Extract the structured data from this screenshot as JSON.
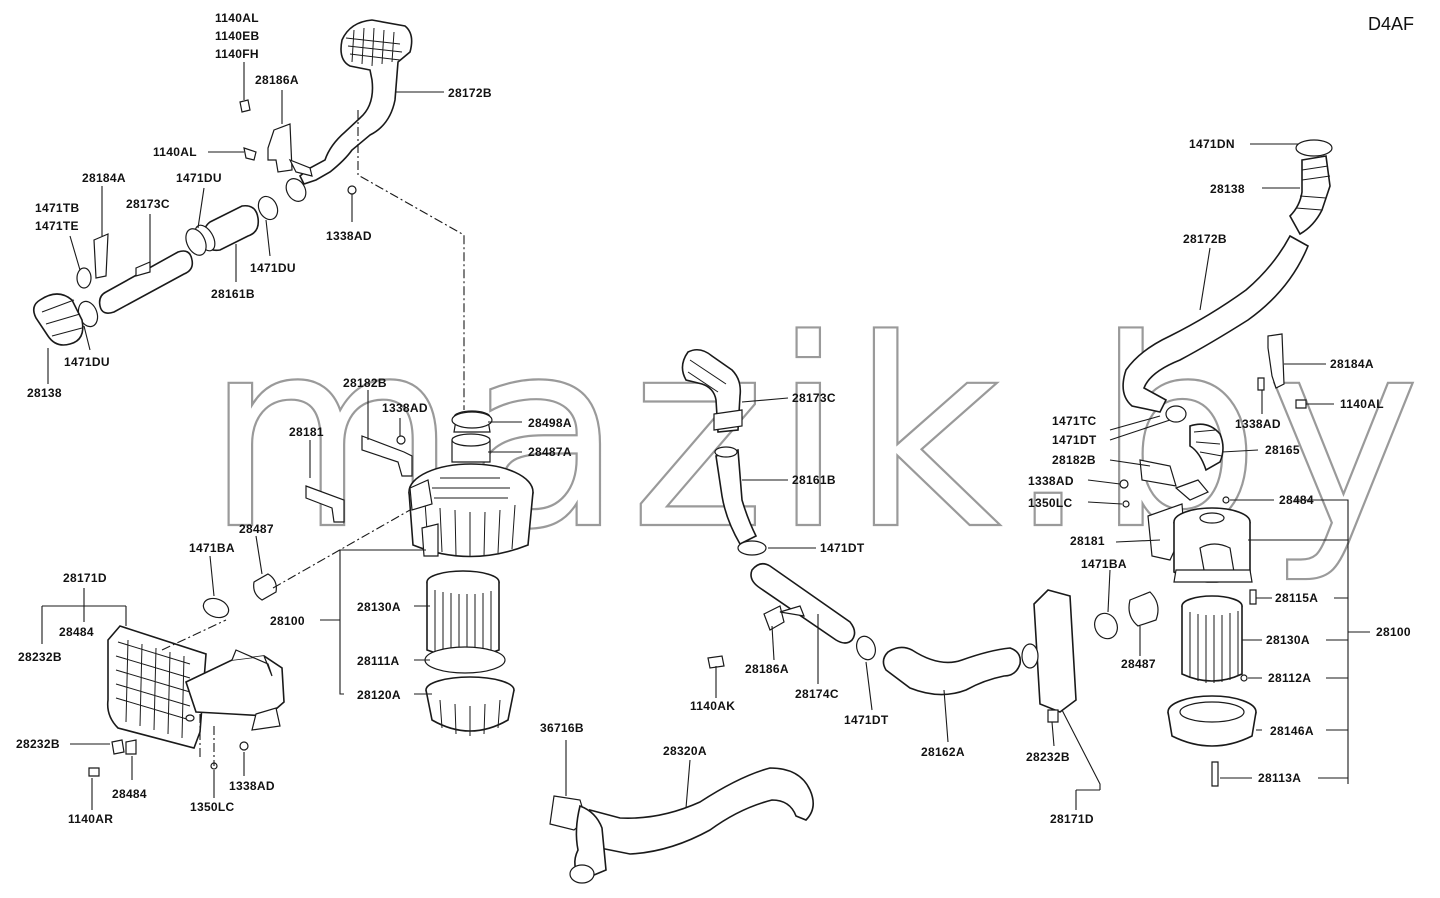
{
  "diagram": {
    "code": "D4AF",
    "watermark": "mazik.by"
  },
  "labels": [
    "1140AL",
    "1140EB",
    "1140FH",
    "28186A",
    "28172B",
    "1140AL",
    "28184A",
    "1471DU",
    "1471TB",
    "1471TE",
    "28173C",
    "1338AD",
    "1471DU",
    "28161B",
    "1471DU",
    "28138",
    "28182B",
    "1338AD",
    "28181",
    "28498A",
    "28487A",
    "28487",
    "1471BA",
    "28100",
    "28130A",
    "28111A",
    "28120A",
    "28171D",
    "28484",
    "28232B",
    "28232B",
    "28484",
    "1140AR",
    "1350LC",
    "1338AD",
    "28173C",
    "28161B",
    "1471DT",
    "28186A",
    "28174C",
    "1140AK",
    "1471DT",
    "28162A",
    "36716B",
    "28320A",
    "1471DN",
    "28138",
    "28172B",
    "28184A",
    "1338AD",
    "1140AL",
    "1471TC",
    "1471DT",
    "28182B",
    "1338AD",
    "28165",
    "1350LC",
    "28484",
    "28181",
    "1471BA",
    "28115A",
    "28130A",
    "28100",
    "28487",
    "28112A",
    "28146A",
    "28113A",
    "28232B",
    "28171D"
  ]
}
